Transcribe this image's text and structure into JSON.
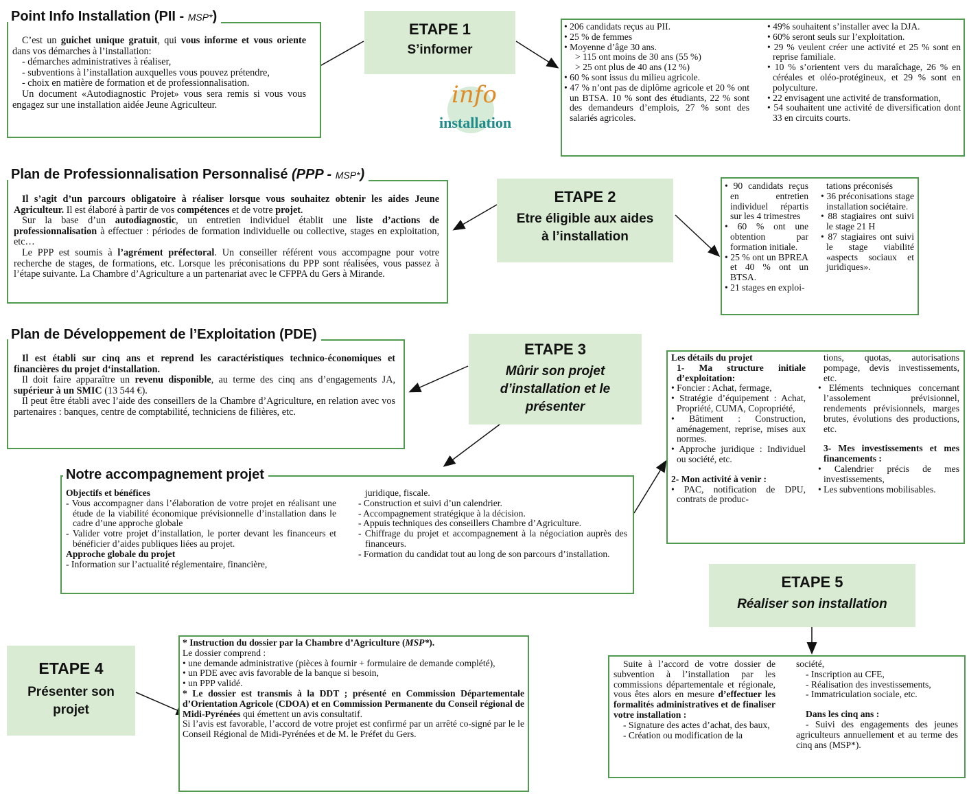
{
  "pii": {
    "title": "Point Info Installation (PII - ",
    "title_msp": "MSP*",
    "title_end": ")",
    "intro_a": "C’est un ",
    "intro_b": "guichet unique gratuit",
    "intro_c": ", qui ",
    "intro_d": "vous informe et vous oriente",
    "intro_e": " dans vos démarches à l’installation:",
    "line1": "- démarches administratives à réaliser,",
    "line2": "- subventions à l’installation auxquelles vous pouvez prétendre,",
    "line3": "- choix en matière de formation et de professionnalisation.",
    "line4": "Un document «Autodiagnostic Projet» vous sera remis si vous vous engagez sur une installation aidée Jeune Agriculteur."
  },
  "etape1": {
    "num": "ETAPE 1",
    "sub": "S’informer"
  },
  "logo": {
    "top": "info",
    "bottom": "installation"
  },
  "stats1": {
    "col1": [
      "• 206 candidats reçus au PII.",
      "• 25 % de femmes",
      "• Moyenne d’âge 30 ans.",
      "   > 115 ont moins de 30 ans (55 %)",
      "   > 25 ont plus de 40 ans (12 %)",
      "• 60 % sont issus du milieu agricole.",
      "• 47 % n’ont pas de diplôme agricole et 20 % ont un BTSA.  10 % sont des étudiants, 22 % sont des demandeurs d’emplois,  27 % sont des salariés agricoles."
    ],
    "col2": [
      "• 49% souhaitent s’installer avec la DJA.",
      "• 60% seront seuls sur l’exploitation.",
      "• 29 % veulent créer une activité et 25 % sont en reprise familiale.",
      "• 10 % s’orientent vers du maraîchage, 26 % en céréales et oléo-protégineux, et 29 % sont en polyculture.",
      "• 22 envisagent une activité de transformation,",
      "• 54 souhaitent une activité de diversification dont 33 en circuits courts."
    ]
  },
  "ppp": {
    "title": "Plan de Professionnalisation Personnalisé ",
    "title_b": "(PPP - ",
    "title_msp": "MSP*",
    "title_end": ")",
    "p1": "Il s’agit d’un parcours obligatoire à réaliser lorsque vous souhaitez obtenir les aides Jeune Agriculteur.",
    "p1b": " Il est élaboré à partir de vos ",
    "p1c": "compétences",
    "p1d": " et de votre ",
    "p1e": "projet",
    "p1f": ".",
    "p2a": "Sur la base d’un ",
    "p2b": "autodiagnostic",
    "p2c": ", un entretien individuel établit une ",
    "p2d": "liste d’actions de professionnalisation",
    "p2e": " à effectuer : périodes de formation individuelle ou collective, stages en exploitation, etc…",
    "p3a": "Le PPP est soumis à ",
    "p3b": "l’agrément préfectoral",
    "p3c": ". Un conseiller référent vous accompagne pour votre recherche de stages, de formations, etc. Lorsque les préconisations du PPP sont réalisées, vous passez à l’étape suivante. La Chambre d’Agriculture a un partenariat avec le CFPPA du Gers à Mirande."
  },
  "etape2": {
    "num": "ETAPE 2",
    "sub1": "Etre éligible aux aides",
    "sub2": "à l’installation"
  },
  "stats2": {
    "col1": [
      "• 90 candidats reçus en entretien individuel répartis sur les 4 trimestres",
      "• 60 % ont une obtention par formation initiale.",
      "• 25  %  ont  un BPREA et 40 % ont un BTSA.",
      "• 21 stages en exploi-"
    ],
    "col2": [
      "tations préconisés",
      "• 36 préconisations stage installation sociétaire.",
      "• 88 stagiaires ont suivi le stage 21 H",
      "• 87 stagiaires ont suivi le stage viabilité «aspects sociaux et juridiques»."
    ]
  },
  "pde": {
    "title": "Plan de Développement de l’Exploitation (PDE)",
    "p1": "Il est établi sur cinq ans et reprend les caractéristiques technico-économiques et financières du projet d‘installation.",
    "p2a": "Il doit faire apparaître un ",
    "p2b": "revenu disponible",
    "p2c": ", au terme des cinq ans d’engagements JA, ",
    "p2d": "supérieur à un SMIC",
    "p2e": " (13 544 €).",
    "p3": "Il peut être établi avec l’aide des conseillers de la Chambre d’Agriculture, en relation  avec vos partenaires :  banques, centre de comptabilité, techniciens de filières, etc."
  },
  "etape3": {
    "num": "ETAPE 3",
    "sub1": "Mûrir son projet",
    "sub2": "d’installation et le",
    "sub3": "présenter"
  },
  "details": {
    "h1": "Les détails du projet",
    "h2": "1- Ma structure initiale d’exploitation:",
    "col1": [
      "• Foncier : Achat, fermage,",
      "• Stratégie d’équipement : Achat, Propriété, CUMA, Copropriété,",
      "• Bâtiment : Construction, aménagement, reprise, mises aux normes.",
      "• Approche juridique : Individuel ou société, etc."
    ],
    "h3": "2- Mon activité à venir :",
    "col1b": "• PAC, notification de DPU, contrats de produc-",
    "col2a": "tions, quotas, autorisations pompage, devis investissements, etc.",
    "col2b": "• Eléments techniques concernant l’assolement prévisionnel, rendements prévisionnels, marges brutes, évolutions des productions, etc.",
    "h4": "3- Mes investissements et mes financements :",
    "col2c": [
      "• Calendrier précis de mes investissements,",
      "• Les subventions mobilisables."
    ]
  },
  "accomp": {
    "title": "Notre accompagnement projet",
    "h1": "Objectifs et bénéfices",
    "l1": "- Vous accompagner dans l’élaboration de votre projet en réalisant une étude de la viabilité économique prévisionnelle d’installation dans le cadre d’une approche globale",
    "l2": "- Valider votre projet d’installation, le porter devant les financeurs et bénéficier d’aides publiques liées au projet.",
    "h2": "Approche globale du projet",
    "l3": "- Information sur l’actualité réglementaire, financière,",
    "r0": "juridique, fiscale.",
    "r": [
      "- Construction et suivi d’un calendrier.",
      "- Accompagnement stratégique à la décision.",
      "- Appuis techniques des conseillers Chambre d’Agriculture.",
      "- Chiffrage du projet et accompagnement à la négociation auprès des financeurs.",
      "- Formation du candidat tout au long de son parcours d’installation."
    ]
  },
  "etape5": {
    "num": "ETAPE 5",
    "sub": "Réaliser son installation"
  },
  "etape4": {
    "num": "ETAPE 4",
    "sub1": "Présenter son",
    "sub2": "projet"
  },
  "instr": {
    "h1a": "* Instruction du dossier par la Chambre d’Agriculture (",
    "h1b": "MSP*",
    "h1c": ").",
    "l0": "Le dossier comprend :",
    "l": [
      "• une demande administrative (pièces à fournir + formulaire de demande complété),",
      "• un PDE avec avis favorable de la banque si besoin,",
      "• un PPP validé."
    ],
    "h2": "* Le dossier est transmis à la DDT ; présenté en Commission Départementale d’Orientation Agricole (CDOA) et en Commission Permanente du Conseil régional de Midi-Pyrénées",
    "h2b": " qui émettent un avis consultatif.",
    "p": "Si l’avis est favorable, l’accord de votre projet est confirmé par un arrêté co-signé par le le Conseil Régional de Midi-Pyrénées et de M. le Préfet du Gers."
  },
  "final": {
    "p1a": "Suite à l’accord de votre dossier de subvention à l’installation par les commissions départementale et régionale, vous êtes alors en mesure ",
    "p1b": "d’effectuer les formalités administratives et de finaliser votre installation :",
    "l1": "- Signature des actes d’achat, des baux,",
    "l2": "- Création ou modification de la",
    "r0": "société,",
    "r": [
      "- Inscription au CFE,",
      "- Réalisation des investissements,",
      "- Immatriculation sociale, etc."
    ],
    "h": "Dans les cinq ans :",
    "p2": "- Suivi des engagements des jeunes agriculteurs annuellement et au terme des cinq ans (MSP*)."
  }
}
